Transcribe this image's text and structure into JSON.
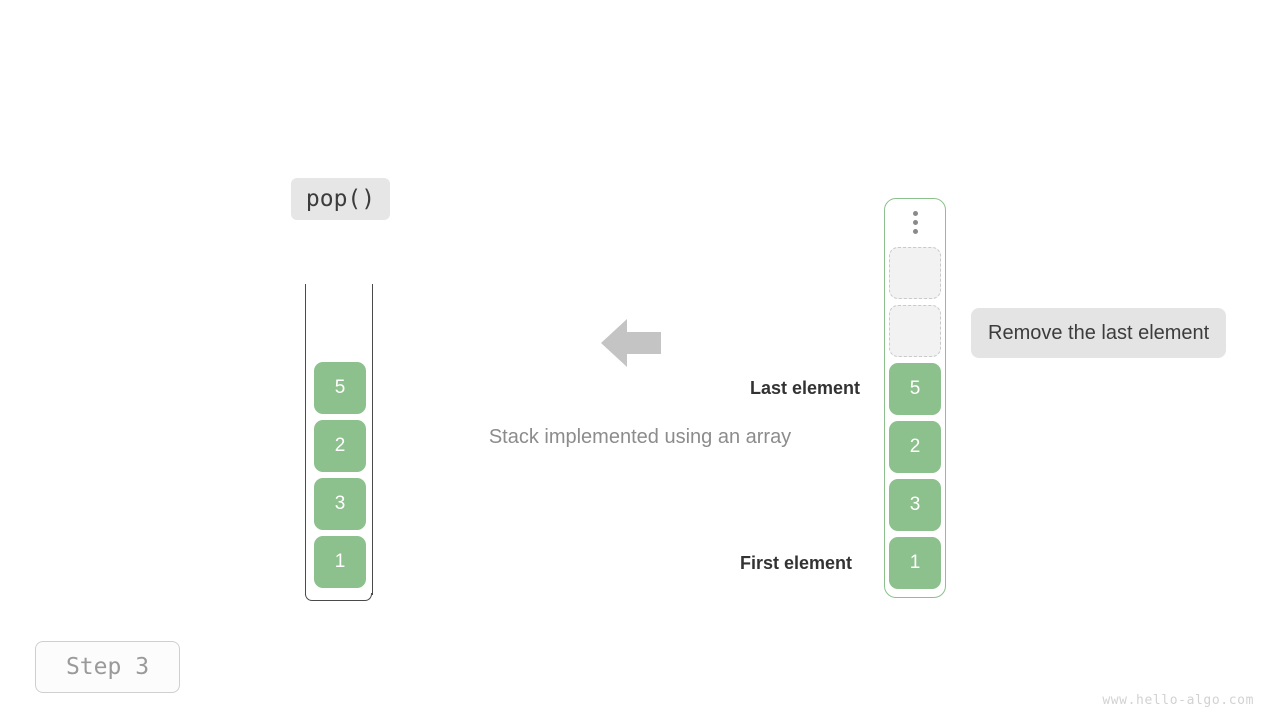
{
  "operation": {
    "label": "pop()"
  },
  "left_stack": {
    "name": "stack-container",
    "items": [
      {
        "value": "5"
      },
      {
        "value": "2"
      },
      {
        "value": "3"
      },
      {
        "value": "1"
      }
    ]
  },
  "right_stack": {
    "name": "array-container",
    "ellipsis": "vertical-ellipsis",
    "empty_slots": 2,
    "items": [
      {
        "value": "5"
      },
      {
        "value": "2"
      },
      {
        "value": "3"
      },
      {
        "value": "1"
      }
    ]
  },
  "annotations": {
    "caption": "Stack implemented using an array",
    "last_element": "Last element",
    "first_element": "First element",
    "note": "Remove the last element",
    "arrow": "arrow-left-icon"
  },
  "footer": {
    "step": "Step 3",
    "watermark": "www.hello-algo.com"
  },
  "colors": {
    "cell_green": "#8cc08c",
    "container_border_green": "#8cc08c",
    "label_bg": "#e6e6e6",
    "note_bg": "#e4e4e4",
    "arrow_gray": "#c4c4c4",
    "caption_gray": "#8c8c8c",
    "wall_gray": "#4a4a4a"
  }
}
